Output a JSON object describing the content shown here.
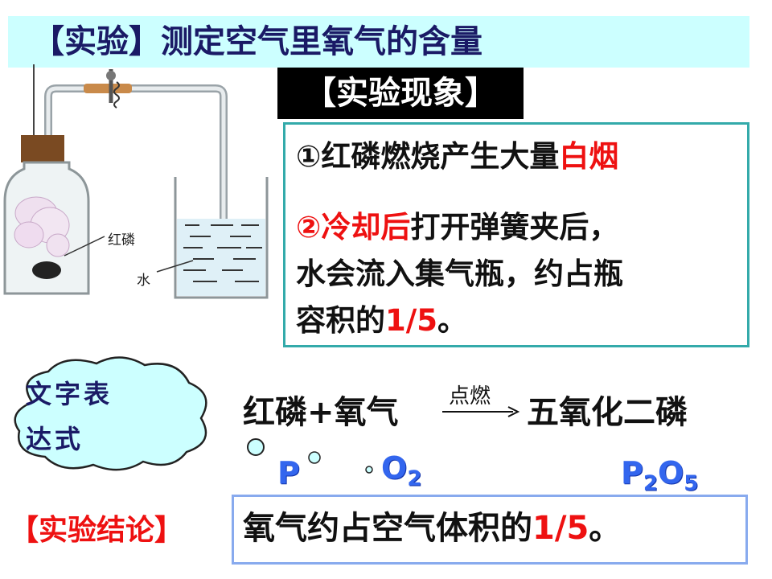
{
  "title": "【实验】测定空气里氧气的含量",
  "apparatus": {
    "label_red_phosphorus": "红磷",
    "label_water": "水"
  },
  "phenomena": {
    "header": "【实验现象】",
    "item1_prefix": "①红磷燃烧产生大量",
    "item1_highlight": "白烟",
    "item2_highlight": "②冷却后",
    "item2_line1_rest": "打开弹簧夹后，",
    "item2_line2": "水会流入集气瓶，约占瓶",
    "item2_line3_prefix": "容积的",
    "item2_line3_fraction": "1/5",
    "item2_line3_suffix": "。"
  },
  "word_equation": {
    "cloud_line1": "文字表",
    "cloud_line2": "达式",
    "reactants": "红磷+氧气",
    "condition": "点燃",
    "product": "五氧化二磷"
  },
  "formulas": {
    "phosphorus": "P",
    "oxygen_base": "O",
    "oxygen_sub": "2",
    "product_p": "P",
    "product_p_sub": "2",
    "product_o": "O",
    "product_o_sub": "5"
  },
  "conclusion": {
    "label": "【实验结论】",
    "text_prefix": "氧气约占空气体积的",
    "fraction": "1/5",
    "suffix": "。"
  },
  "colors": {
    "title_band": "#ccffff",
    "title_text": "#1a1a66",
    "highlight_red": "#ee1111",
    "formula_blue": "#3366ee",
    "box_border_teal": "#33aaaa",
    "conclusion_border": "#88aaee"
  }
}
